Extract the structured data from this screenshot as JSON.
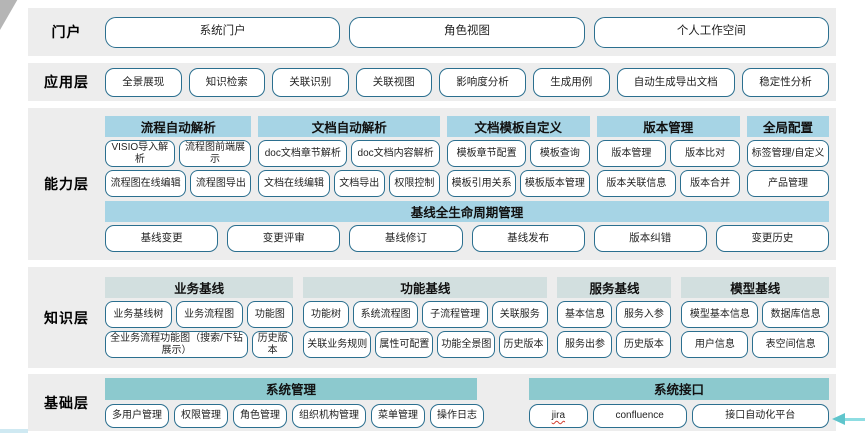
{
  "colors": {
    "band_background": "#ededed",
    "node_border": "#2b6f8f",
    "capability_header": "#a6d4e5",
    "knowledge_header": "#d2dfdf",
    "foundation_header": "#8cc9ce",
    "arrow_teal": "#5fc5cc",
    "squiggle_red": "#d23f31"
  },
  "layers": {
    "portal": {
      "label": "门户",
      "buttons": [
        "系统门户",
        "角色视图",
        "个人工作空间"
      ]
    },
    "application": {
      "label": "应用层",
      "buttons": [
        "全景展现",
        "知识检索",
        "关联识别",
        "关联视图",
        "影响度分析",
        "生成用例",
        "自动生成导出文档",
        "稳定性分析"
      ]
    },
    "capability": {
      "label": "能力层",
      "groups": [
        {
          "title": "流程自动解析",
          "rows": [
            [
              "VISIO导入解析",
              "流程图前端展示"
            ],
            [
              "流程图在线编辑",
              "流程图导出"
            ]
          ]
        },
        {
          "title": "文档自动解析",
          "rows": [
            [
              "doc文档章节解析",
              "doc文档内容解析"
            ],
            [
              "文档在线编辑",
              "文档导出",
              "权限控制"
            ]
          ]
        },
        {
          "title": "文档模板自定义",
          "rows": [
            [
              "模板章节配置",
              "模板查询"
            ],
            [
              "模板引用关系",
              "模板版本管理"
            ]
          ]
        },
        {
          "title": "版本管理",
          "rows": [
            [
              "版本管理",
              "版本比对"
            ],
            [
              "版本关联信息",
              "版本合并"
            ]
          ]
        },
        {
          "title": "全局配置",
          "rows": [
            [
              "标签管理/自定义"
            ],
            [
              "产品管理"
            ]
          ]
        }
      ],
      "baseline": {
        "title": "基线全生命周期管理",
        "buttons": [
          "基线变更",
          "变更评审",
          "基线修订",
          "基线发布",
          "版本纠错",
          "变更历史"
        ]
      }
    },
    "knowledge": {
      "label": "知识层",
      "groups": [
        {
          "title": "业务基线",
          "rows": [
            [
              "业务基线树",
              "业务流程图",
              "功能图"
            ],
            [
              "全业务流程功能图（搜索/下钻展示）",
              "历史版本"
            ]
          ]
        },
        {
          "title": "功能基线",
          "rows": [
            [
              "功能树",
              "系统流程图",
              "子流程管理",
              "关联服务"
            ],
            [
              "关联业务规则",
              "属性可配置",
              "功能全景图",
              "历史版本"
            ]
          ]
        },
        {
          "title": "服务基线",
          "rows": [
            [
              "基本信息",
              "服务入参"
            ],
            [
              "服务出参",
              "历史版本"
            ]
          ]
        },
        {
          "title": "模型基线",
          "rows": [
            [
              "模型基本信息",
              "数据库信息"
            ],
            [
              "用户信息",
              "表空间信息"
            ]
          ]
        }
      ]
    },
    "foundation": {
      "label": "基础层",
      "groups": [
        {
          "title": "系统管理",
          "rows": [
            [
              "多用户管理",
              "权限管理",
              "角色管理",
              "组织机构管理",
              "菜单管理",
              "操作日志"
            ]
          ]
        },
        {
          "title": "系统接口",
          "rows": [
            [
              "jira",
              "confluence",
              "接口自动化平台"
            ]
          ]
        }
      ]
    }
  }
}
